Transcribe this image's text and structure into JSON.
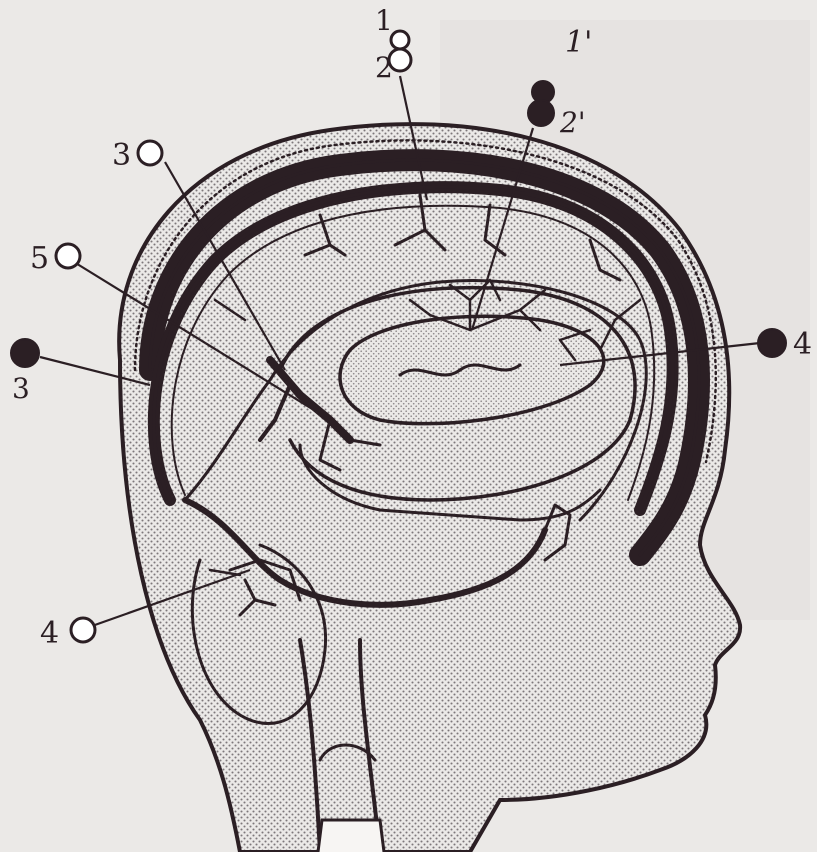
{
  "figure": {
    "colors": {
      "ink": "#2b1f24",
      "paper": "#ebe9e7",
      "stipple": "#8f8a8c",
      "open_marker_fill": "#ffffff"
    },
    "markers": [
      {
        "id": "m1",
        "label": "1",
        "style": "open"
      },
      {
        "id": "m2",
        "label": "2",
        "style": "open"
      },
      {
        "id": "m1p",
        "label": "1'",
        "style": "filled"
      },
      {
        "id": "m2p",
        "label": "2'",
        "style": "filled"
      },
      {
        "id": "m3open",
        "label": "3",
        "style": "open"
      },
      {
        "id": "m3filled",
        "label": "3",
        "style": "filled"
      },
      {
        "id": "m4filled",
        "label": "4",
        "style": "filled"
      },
      {
        "id": "m4open",
        "label": "4",
        "style": "open"
      },
      {
        "id": "m5",
        "label": "5",
        "style": "open"
      }
    ]
  }
}
